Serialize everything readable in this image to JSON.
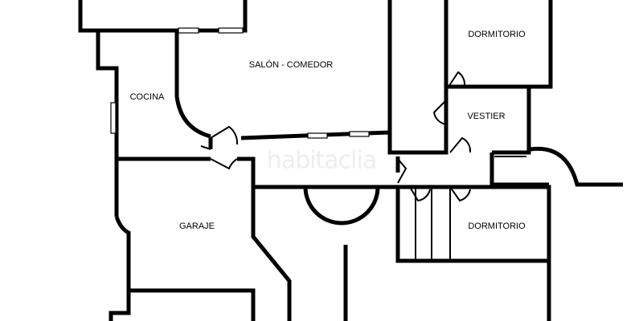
{
  "rooms": {
    "dormitorio_top": "DORMITORIO",
    "salon": "SALÓN - COMEDOR",
    "cocina": "COCINA",
    "vestier": "VESTIER",
    "garaje": "GARAJE",
    "dormitorio_bottom": "DORMITORIO"
  },
  "watermark": "habitaclia"
}
